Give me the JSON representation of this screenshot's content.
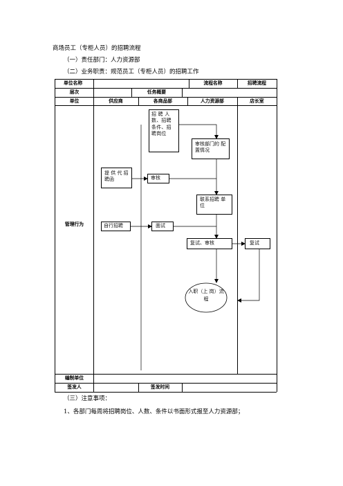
{
  "doc": {
    "title": "商场员工（专柜人员）的招聘流程",
    "dept": "（一）责任部门：人力资源部",
    "duty": "（二）业务职责：规范员工（专柜人员）的招聘工作",
    "notes_heading": "（三）注意事项：",
    "note1": "1、各部门每周将招聘岗位、人数、条件以书面形式报至人力资源部；"
  },
  "table": {
    "unit_name": "单位名称",
    "process_name": "流程名称",
    "process_value": "招聘流程",
    "level": "层次",
    "task_summary": "任务概要",
    "unit": "单位",
    "col_supplier": "供应商",
    "col_dept": "各商品部",
    "col_hr": "人力资源部",
    "col_manager": "店长室",
    "row_label": "管理行为",
    "compiled_by": "编制单位",
    "issuer": "签发人",
    "issue_time": "签发时间"
  },
  "flow": {
    "dept_request": "招 聘 人 数、招聘 条件、招 聘岗位",
    "hr_review_config": "审核部门的 配置情况",
    "supplier_provide": "提 供 代 招聘函",
    "dept_review": "审核",
    "hr_contact": "联系招聘 单位",
    "supplier_self": "自行招聘",
    "dept_interview": "面试",
    "hr_retest": "复试、审核",
    "manager_retest": "复试",
    "onboard": "入职（上 岗）流程"
  }
}
